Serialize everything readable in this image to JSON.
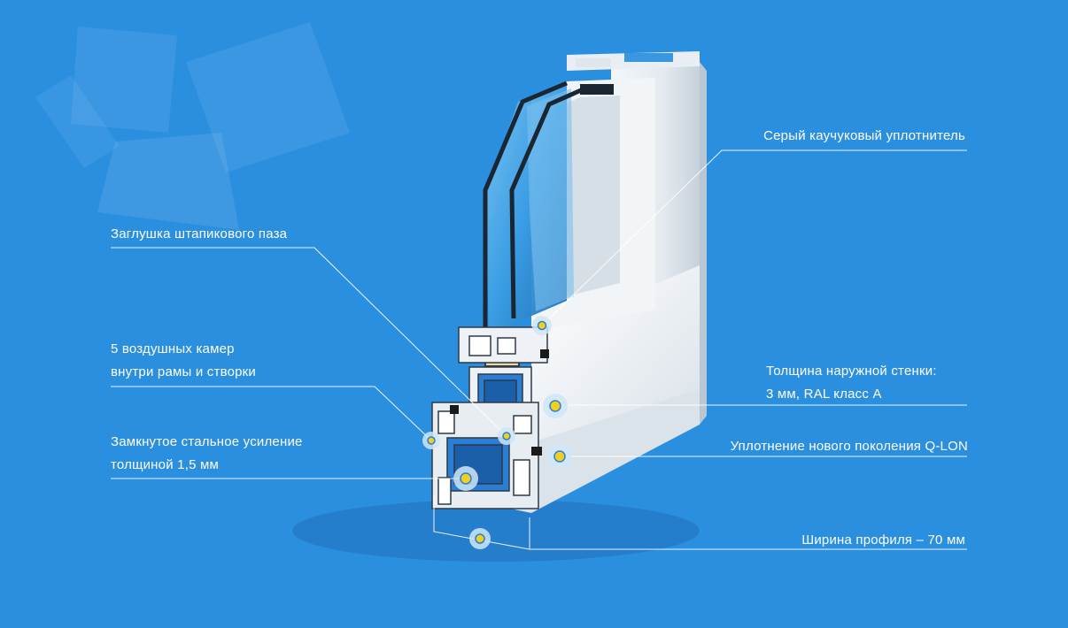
{
  "colors": {
    "background": "#2b8fe0",
    "line": "#ffffff",
    "marker_core": "#f2cf1f",
    "marker_ring": "#cfe6f8"
  },
  "labels": {
    "gray_seal": "Серый каучуковый уплотнитель",
    "glazing_bead_cap": "Заглушка штапикового паза",
    "air_chambers_line1": "5 воздушных камер",
    "air_chambers_line2": "внутри рамы и створки",
    "outer_wall_line1": "Толщина наружной стенки:",
    "outer_wall_line2": "3 мм, RAL класс А",
    "steel_line1": "Замкнутое стальное усиление",
    "steel_line2": "толщиной 1,5 мм",
    "qlon_seal": "Уплотнение нового поколения Q-LON",
    "profile_width": "Ширина профиля – 70 мм"
  }
}
